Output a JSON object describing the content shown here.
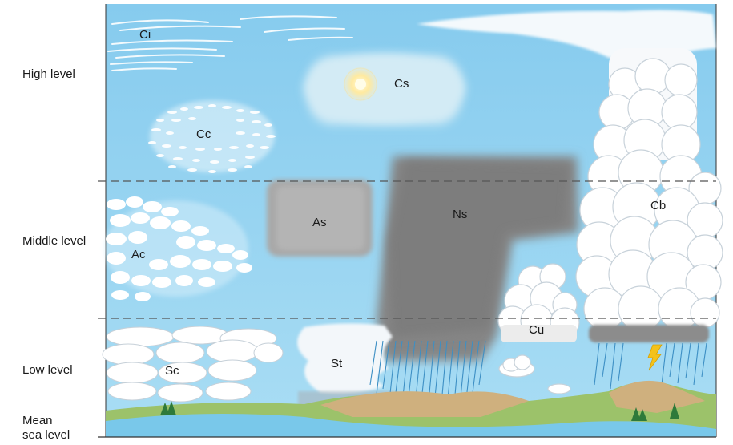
{
  "levels": {
    "high": "High level",
    "middle": "Middle level",
    "low": "Low level",
    "sea_line1": "Mean",
    "sea_line2": "sea level"
  },
  "clouds": {
    "ci": "Ci",
    "cs": "Cs",
    "cc": "Cc",
    "as": "As",
    "ns": "Ns",
    "cb": "Cb",
    "ac": "Ac",
    "cu": "Cu",
    "sc": "Sc",
    "st": "St"
  },
  "colors": {
    "sky": "#8fd0f0",
    "cloud_white": "#ffffff",
    "nimbostratus_gray": "#858585",
    "altostratus_gray": "#a9a9a9",
    "ground_green": "#9cc26a",
    "water": "#79c8ea",
    "rain": "#3d8fc4",
    "lightning": "#f4c21a"
  },
  "icons": [
    "sun-icon",
    "lightning-icon",
    "tree-icon"
  ]
}
